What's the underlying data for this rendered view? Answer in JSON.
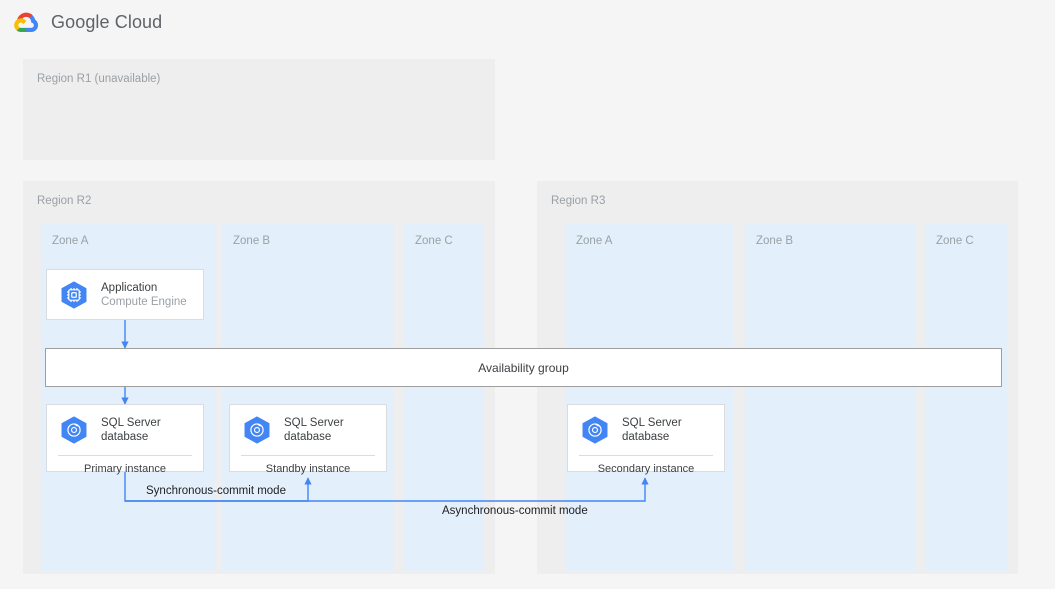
{
  "header": {
    "logo_icon": "google-cloud-logo-icon",
    "wordmark": "Google Cloud",
    "colors": {
      "red": "#EA4335",
      "yellow": "#FBBC04",
      "green": "#34A853",
      "blue": "#4285F4"
    }
  },
  "palette": {
    "page_background": "#f5f5f5",
    "region_background": "#eeeeee",
    "zone_background": "#e3f0fb",
    "card_background": "#ffffff",
    "card_border": "#dadce0",
    "connector_blue": "#4285f4",
    "icon_blue": "#4285f4",
    "muted_text": "#9aa0a6",
    "body_text": "#3c4043",
    "availability_group_border": "#9e9e9e"
  },
  "regions": [
    {
      "id": "r1",
      "label": "Region R1 (unavailable)",
      "zones": []
    },
    {
      "id": "r2",
      "label": "Region R2",
      "zones": [
        {
          "id": "r2-a",
          "label": "Zone A"
        },
        {
          "id": "r2-b",
          "label": "Zone B"
        },
        {
          "id": "r2-c",
          "label": "Zone C"
        }
      ]
    },
    {
      "id": "r3",
      "label": "Region R3",
      "zones": [
        {
          "id": "r3-a",
          "label": "Zone A"
        },
        {
          "id": "r3-b",
          "label": "Zone B"
        },
        {
          "id": "r3-c",
          "label": "Zone C"
        }
      ]
    }
  ],
  "nodes": {
    "application": {
      "icon": "compute-engine-icon",
      "title": "Application",
      "subtitle": "Compute Engine"
    },
    "primary_db": {
      "icon": "sql-server-database-icon",
      "title": "SQL Server\ndatabase",
      "footer": "Primary instance"
    },
    "standby_db": {
      "icon": "sql-server-database-icon",
      "title": "SQL Server\ndatabase",
      "footer": "Standby instance"
    },
    "secondary_db": {
      "icon": "sql-server-database-icon",
      "title": "SQL Server\ndatabase",
      "footer": "Secondary instance"
    }
  },
  "availability_group": {
    "label": "Availability group"
  },
  "edges": [
    {
      "id": "app-to-ag",
      "label": "",
      "from": "application",
      "to": "availability-group"
    },
    {
      "id": "ag-to-primary",
      "label": "",
      "from": "availability-group",
      "to": "primary_db"
    },
    {
      "id": "primary-to-standby",
      "label": "Synchronous-commit mode",
      "from": "primary_db",
      "to": "standby_db"
    },
    {
      "id": "primary-to-secondary",
      "label": "Asynchronous-commit mode",
      "from": "primary_db",
      "to": "secondary_db"
    }
  ]
}
